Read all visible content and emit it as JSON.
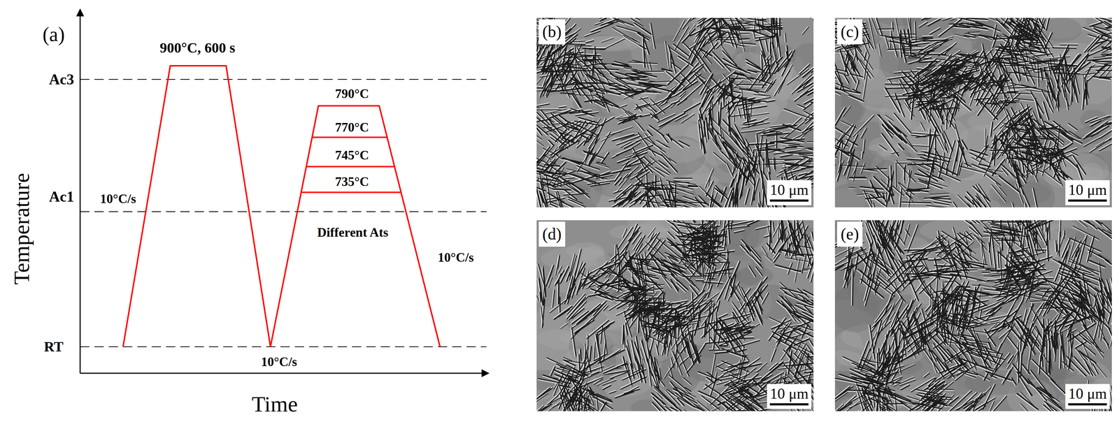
{
  "diagram": {
    "nodes": [
      {
        "text": [
          "(b)",
          "10 μm"
        ]
      },
      {
        "text": [
          "(c)",
          "10 μm"
        ]
      },
      {
        "text": [
          "(d)",
          "10 μm"
        ]
      },
      {
        "text": [
          "(e)",
          "10 μm"
        ]
      }
    ],
    "labels": [
      "(a)",
      "900°C, 600 s",
      "Ac3",
      "790°C",
      "770°C",
      "745°C",
      "735°C",
      "Ac1",
      "10°C/s",
      "Different Ats",
      "10°C/s",
      "RT",
      "10°C/s",
      "Temperature",
      "Time"
    ]
  }
}
